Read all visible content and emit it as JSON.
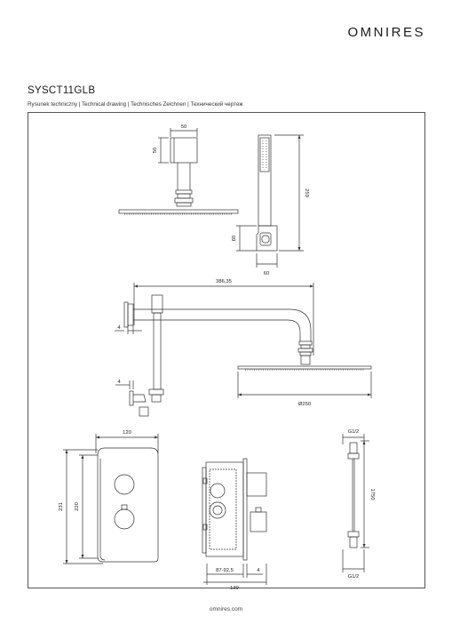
{
  "header": {
    "brand": "OMNIRES",
    "model": "SYSCT11GLB",
    "subtitle": "Rysunek techniczny | Technical drawing | Technisches Zeichnen | Технический чертеж"
  },
  "dimensions": {
    "arm_block_width": "50",
    "arm_block_height": "50",
    "hand_shower_length": "259",
    "holder_height": "60",
    "holder_width": "60",
    "arm_length": "386,35",
    "arm_offset_top": "4",
    "holder_offset": "4",
    "head_diameter": "Ø250",
    "panel_width": "120",
    "panel_height_total": "231",
    "panel_height_inner": "220",
    "box_depth_range": "87-92,5",
    "box_offset": "4",
    "box_total": "139",
    "hose_top_thread": "G1/2",
    "hose_length": "1750",
    "hose_bottom_thread": "G1/2"
  },
  "footer": {
    "website": "omnires.com"
  }
}
